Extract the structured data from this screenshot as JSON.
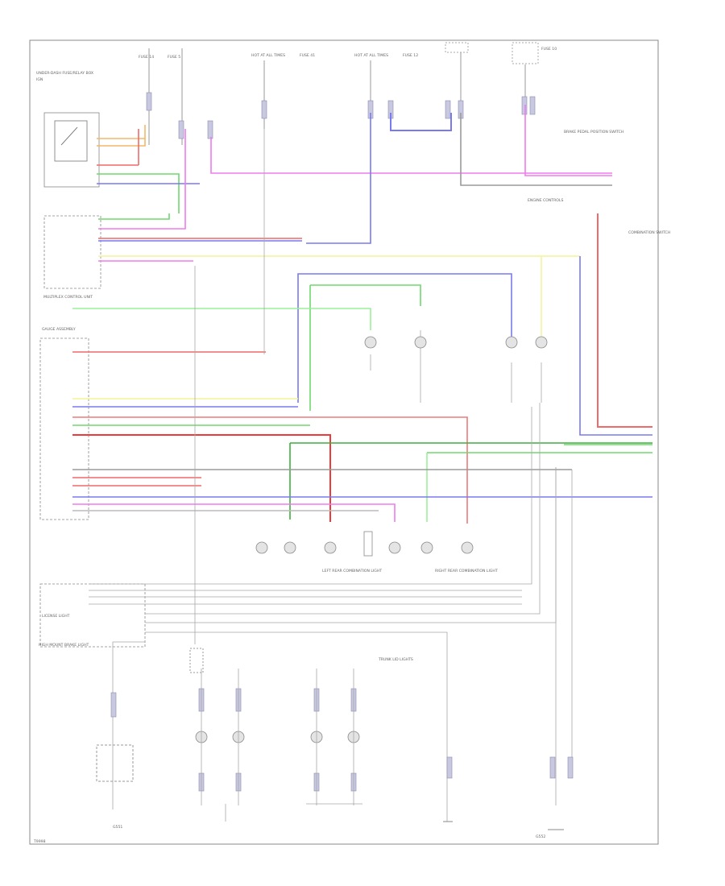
{
  "colors": {
    "frame": "#888888",
    "wire_gray": "#9a9a9a",
    "wire_red": "#f06a6a",
    "wire_green": "#6fd86f",
    "wire_blue": "#7a7af0",
    "wire_pink": "#f07af0",
    "wire_yellow": "#f4f49a",
    "wire_orange": "#f4b86a",
    "wire_darkgreen": "#3fae3f",
    "connector_fill": "#c8c8e0",
    "lamp_fill": "#e4e4e4"
  },
  "labels": {
    "ignition_switch_head": "IGN",
    "hot_at_all_times_1": "HOT AT ALL TIMES",
    "hot_at_all_times_2": "HOT AT ALL TIMES",
    "fuse_panel": "UNDER-DASH FUSE/RELAY BOX",
    "combination_switch": "COMBINATION SWITCH",
    "multiplex_module": "MULTIPLEX CONTROL UNIT",
    "gauge_assembly": "GAUGE ASSEMBLY",
    "brake_switch": "BRAKE PEDAL POSITION SWITCH",
    "engine_control_ref": "ENGINE CONTROLS",
    "left_rear_lamp": "LEFT REAR COMBINATION LIGHT",
    "right_rear_lamp": "RIGHT REAR COMBINATION LIGHT",
    "license_light": "LICENSE LIGHT",
    "high_mount_brake": "HIGH MOUNT BRAKE LIGHT",
    "trunk_lid_lights": "TRUNK LID LIGHTS",
    "ground_left": "G551",
    "ground_right": "G552",
    "page_ref": "T9998"
  },
  "component_tags": {
    "fuse_a": "FUSE 14",
    "fuse_b": "FUSE 5",
    "fuse_c": "FUSE 41",
    "fuse_d": "FUSE 12",
    "fuse_e": "FUSE 10"
  }
}
